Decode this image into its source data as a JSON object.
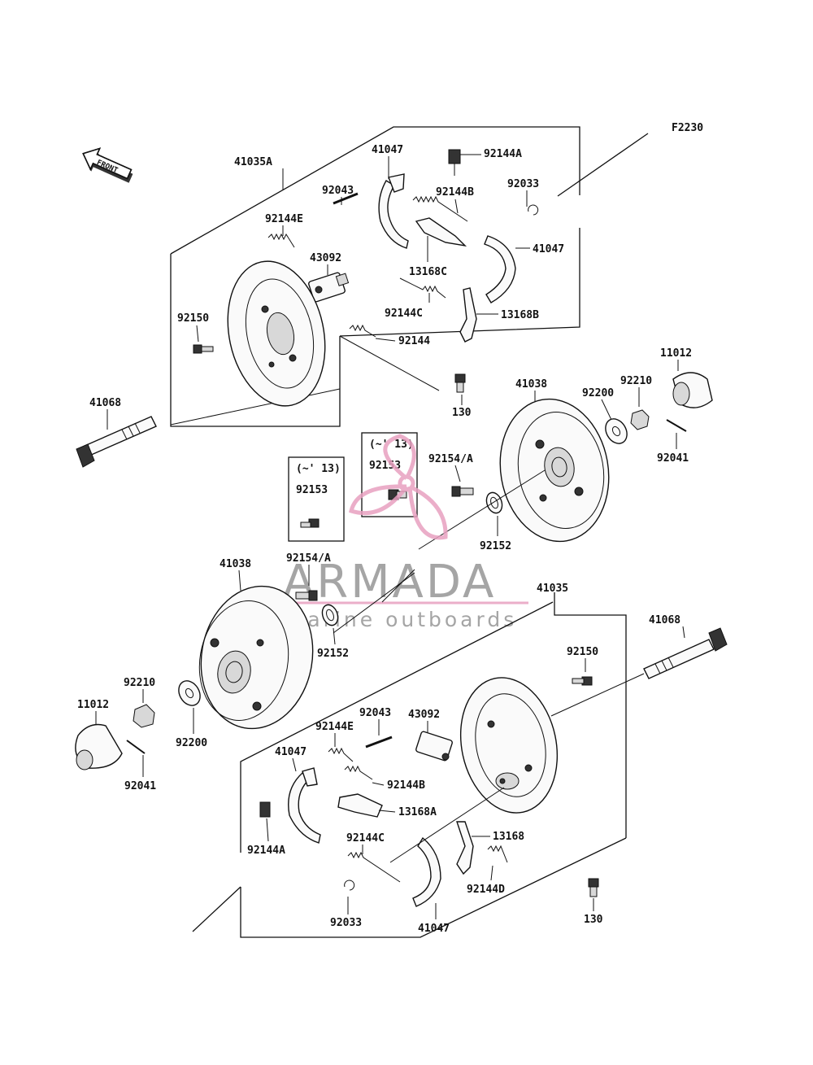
{
  "figure_code": "F2230",
  "front_arrow_label": "FRONT",
  "watermark": {
    "brand": "ARMADA",
    "tagline": "marine outboards",
    "logo_color": "#e8a0c0"
  },
  "upper_assembly": {
    "group_label": "41035A",
    "labels": {
      "shoe_top": "41047",
      "clip_a": "92144A",
      "pin": "92043",
      "spring_b": "92144B",
      "ring": "92033",
      "spring_e": "92144E",
      "wheel_cyl": "43092",
      "lever": "13168C",
      "shoe_right": "41047",
      "spring_c": "92144C",
      "link": "13168B",
      "bolt": "92150",
      "spring": "92144",
      "shaft": "41068",
      "bolt_130": "130",
      "drum": "41038",
      "cap": "11012",
      "nut": "92210",
      "washer": "92200",
      "cotter": "92041",
      "hub_bolt": "92154/A",
      "seal": "92152"
    }
  },
  "variant_boxes": [
    {
      "year": "(~' 13)",
      "part": "92153"
    },
    {
      "year": "(~' 13)",
      "part": "92153"
    }
  ],
  "lower_assembly": {
    "group_label": "41035",
    "labels": {
      "drum": "41038",
      "hub_bolt": "92154/A",
      "seal": "92152",
      "shaft": "41068",
      "bolt": "92150",
      "nut": "92210",
      "cap": "11012",
      "washer": "92200",
      "cotter": "92041",
      "pin": "92043",
      "wheel_cyl": "43092",
      "spring_e": "92144E",
      "shoe_left": "41047",
      "spring_b": "92144B",
      "lever": "13168A",
      "clip_a": "92144A",
      "spring_c": "92144C",
      "link": "13168",
      "spring_d": "92144D",
      "ring": "92033",
      "shoe_bottom": "41047",
      "bolt_130": "130"
    }
  }
}
